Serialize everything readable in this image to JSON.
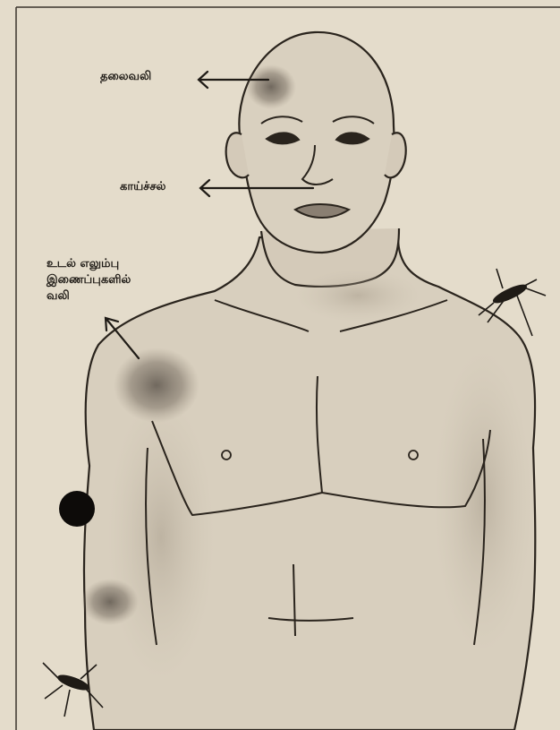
{
  "labels": {
    "headache": "தலைவலி",
    "fever": "காய்ச்சல்",
    "joint_pain_line1": "உடல் எலும்பு",
    "joint_pain_line2": "இணைப்புகளில்",
    "joint_pain_line3": "வலி"
  },
  "colors": {
    "paper": "#e4dccb",
    "ink": "#1f1b16",
    "skin_shade": "#b5aa98",
    "pain_spot": "#6d645a"
  },
  "icons": [
    "mosquito-icon-shoulder",
    "mosquito-icon-arm",
    "arrow-icon"
  ]
}
